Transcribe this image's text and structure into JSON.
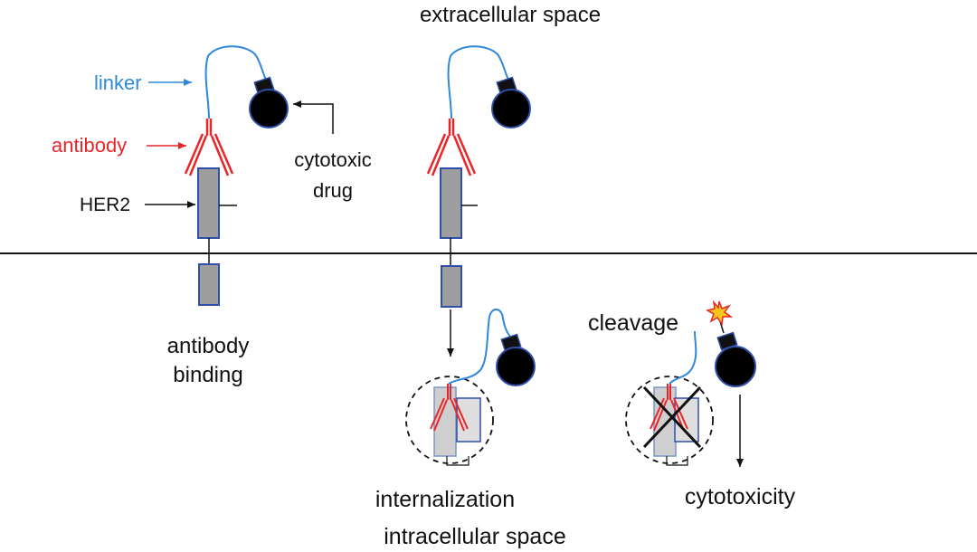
{
  "labels": {
    "extracellular": "extracellular space",
    "intracellular": "intracellular space",
    "linker": "linker",
    "antibody": "antibody",
    "her2": "HER2",
    "cytotoxic_line1": "cytotoxic",
    "cytotoxic_line2": "drug",
    "binding_line1": "antibody",
    "binding_line2": "binding",
    "internalization": "internalization",
    "cleavage": "cleavage",
    "cytotoxicity": "cytotoxicity"
  },
  "colors": {
    "linker": "#2f88d8",
    "antibody": "#e8262a",
    "her2_fill": "#9e9e9e",
    "her2_stroke": "#2f4fa8",
    "drug": "#000000",
    "text": "#111111",
    "membrane": "#111111"
  }
}
